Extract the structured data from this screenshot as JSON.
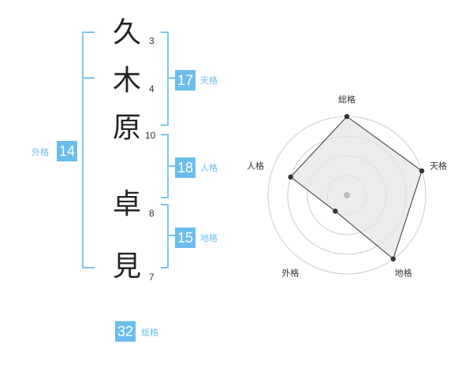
{
  "name": {
    "characters": [
      {
        "char": "久",
        "strokes": "3"
      },
      {
        "char": "木",
        "strokes": "4"
      },
      {
        "char": "原",
        "strokes": "10"
      },
      {
        "char": "卓",
        "strokes": "8"
      },
      {
        "char": "見",
        "strokes": "7"
      }
    ]
  },
  "fortune": {
    "tenkaku": {
      "value": "17",
      "label": "天格"
    },
    "jinkaku": {
      "value": "18",
      "label": "人格"
    },
    "chikaku": {
      "value": "15",
      "label": "地格"
    },
    "gaikaku": {
      "value": "14",
      "label": "外格"
    },
    "soukaku": {
      "value": "32",
      "label": "総格"
    }
  },
  "chart_data": {
    "type": "radar",
    "axes": [
      "総格",
      "天格",
      "地格",
      "外格",
      "人格"
    ],
    "rings": 4,
    "values": [
      4,
      4,
      4,
      1,
      3
    ],
    "max": 4,
    "colors": {
      "ring": "#cccccc",
      "fill": "#e6e6e6",
      "line": "#333333",
      "point": "#333333",
      "center": "#bbbbbb"
    }
  }
}
